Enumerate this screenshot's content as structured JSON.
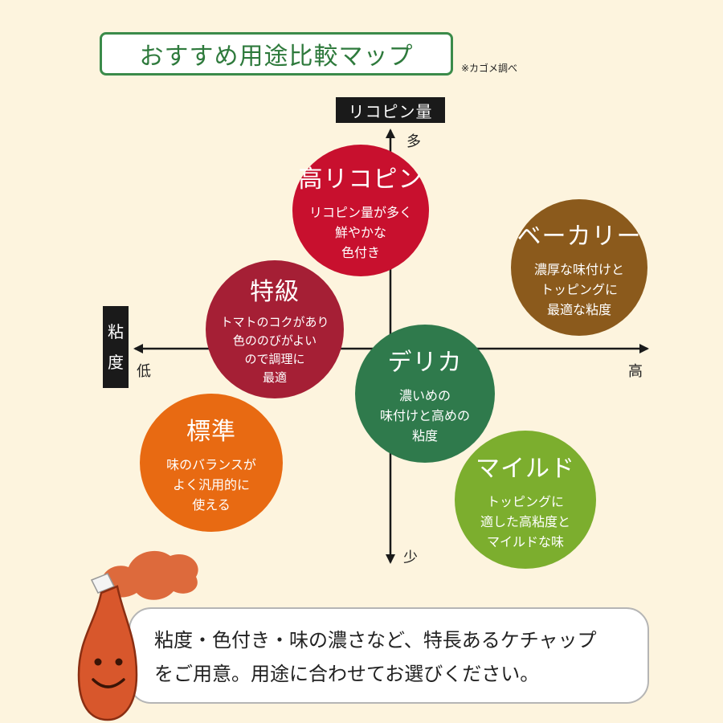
{
  "title": "おすすめ用途比較マップ",
  "note": "※カゴメ調べ",
  "axes": {
    "vertical": {
      "label": "リコピン量",
      "high": "多",
      "low": "少"
    },
    "horizontal": {
      "label_chars": [
        "粘",
        "度"
      ],
      "low": "低",
      "high": "高"
    }
  },
  "products": [
    {
      "name": "高リコピン",
      "desc": [
        "リコピン量が多く",
        "鮮やかな",
        "色付き"
      ],
      "color": "#c8102e"
    },
    {
      "name": "ベーカリー",
      "desc": [
        "濃厚な味付けと",
        "トッピングに",
        "最適な粘度"
      ],
      "color": "#8b5a1c"
    },
    {
      "name": "特級",
      "desc": [
        "トマトのコクがあり",
        "色ののびがよい",
        "ので調理に",
        "最適"
      ],
      "color": "#a51f35"
    },
    {
      "name": "デリカ",
      "desc": [
        "濃いめの",
        "味付けと高めの",
        "粘度"
      ],
      "color": "#2f7a4c"
    },
    {
      "name": "標準",
      "desc": [
        "味のバランスが",
        "よく汎用的に",
        "使える"
      ],
      "color": "#e86a12"
    },
    {
      "name": "マイルド",
      "desc": [
        "トッピングに",
        "適した高粘度と",
        "マイルドな味"
      ],
      "color": "#7cae2e"
    }
  ],
  "message": [
    "粘度・色付き・味の濃さなど、特長あるケチャップ",
    "をご用意。用途に合わせてお選びください。"
  ]
}
